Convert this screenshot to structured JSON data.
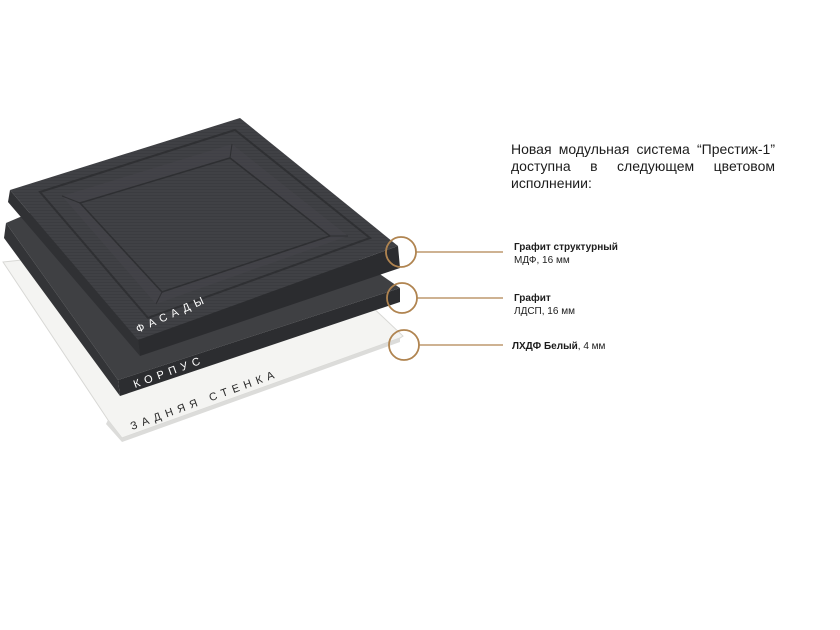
{
  "intro_text": "Новая модульная система “Престиж-1” доступна в следующем цветовом исполнении:",
  "layers": [
    {
      "label": "ФАСАДЫ",
      "name": "Графит структурный",
      "spec": "МДФ, 16 мм"
    },
    {
      "label": "КОРПУС",
      "name": "Графит",
      "spec": "ЛДСП, 16 мм"
    },
    {
      "label": "ЗАДНЯЯ СТЕНКА",
      "name": "ЛХДФ Белый",
      "spec": ", 4 мм"
    }
  ],
  "colors": {
    "panel_dark": "#3e3f42",
    "panel_edge": "#2a2b2e",
    "back_panel": "#f4f4f2",
    "accent_gold": "#b08450",
    "text": "#1c1c1c"
  }
}
